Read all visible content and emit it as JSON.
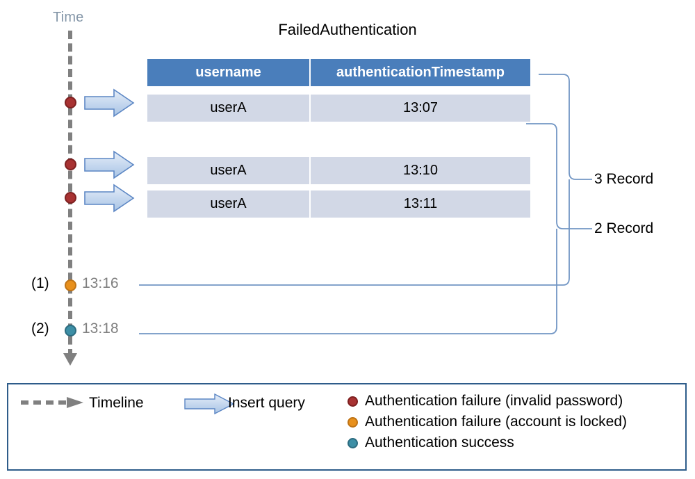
{
  "diagram": {
    "time_axis_label": "Time",
    "table_title": "FailedAuthentication"
  },
  "table": {
    "columns": [
      "username",
      "authenticationTimestamp"
    ],
    "rows": [
      {
        "username": "userA",
        "timestamp": "13:07"
      },
      {
        "username": "userA",
        "timestamp": "13:10"
      },
      {
        "username": "userA",
        "timestamp": "13:11"
      }
    ]
  },
  "markers": [
    {
      "num": "(1)",
      "time": "13:16",
      "kind": "orange"
    },
    {
      "num": "(2)",
      "time": "13:18",
      "kind": "teal"
    }
  ],
  "brackets": [
    {
      "label": "3 Record"
    },
    {
      "label": "2 Record"
    }
  ],
  "legend": {
    "timeline_label": "Timeline",
    "insert_query_label": "Insert query",
    "statuses": [
      {
        "icon": "red-dot-icon",
        "label": "Authentication failure (invalid password)",
        "color": "#A83232"
      },
      {
        "icon": "orange-dot-icon",
        "label": "Authentication failure (account is locked)",
        "color": "#E8901C"
      },
      {
        "icon": "teal-dot-icon",
        "label": "Authentication success",
        "color": "#3D8FA6"
      }
    ]
  },
  "colors": {
    "header_blue": "#4A7EBB",
    "row_blue": "#D2D8E6",
    "timeline_gray": "#808080",
    "connector_blue": "#6B93C4",
    "legend_border": "#2E5C8A",
    "time_label": "#8496A8",
    "marker_time": "#7F7F7F"
  }
}
